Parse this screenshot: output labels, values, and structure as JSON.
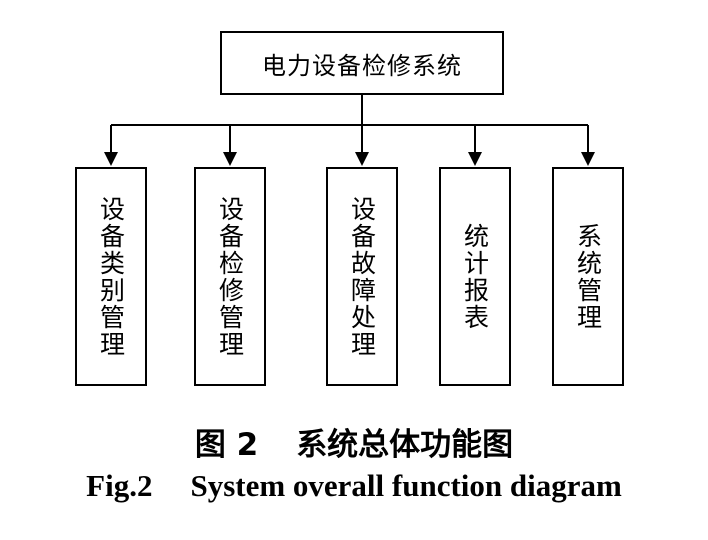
{
  "root": {
    "label": "电力设备检修系统"
  },
  "modules": [
    {
      "label": "设备类别管理"
    },
    {
      "label": "设备检修管理"
    },
    {
      "label": "设备故障处理"
    },
    {
      "label": "统计报表"
    },
    {
      "label": "系统管理"
    }
  ],
  "caption": {
    "cn_number": "图 2",
    "cn_title": "系统总体功能图",
    "en_number": "Fig.2",
    "en_title": "System overall function diagram"
  }
}
